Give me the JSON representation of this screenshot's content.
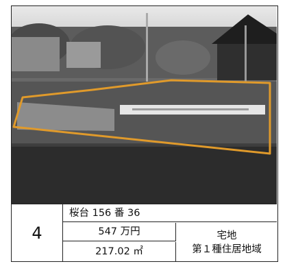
{
  "listing": {
    "lot_number": "4",
    "address": "桜台 156 番 36",
    "price": "547 万円",
    "area": "217.02 ㎡",
    "land_use": "宅地",
    "zoning": "第１種住居地域"
  },
  "photo": {
    "outline_color": "#E09A2B"
  }
}
